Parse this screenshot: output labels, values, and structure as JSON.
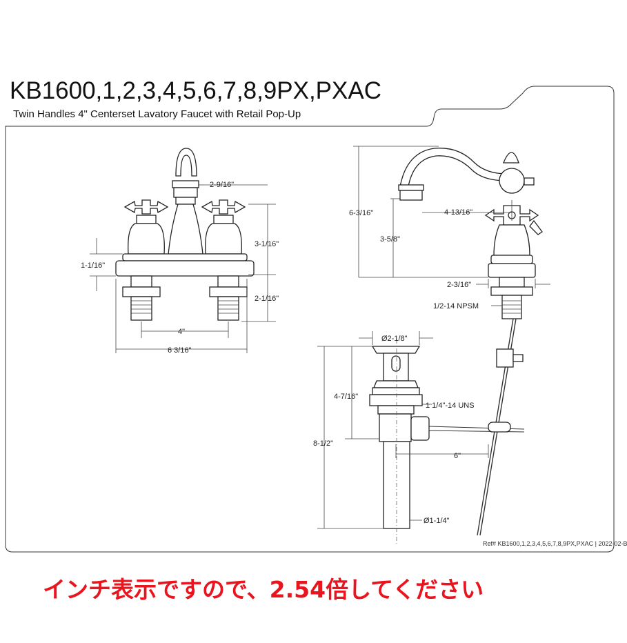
{
  "title": "KB1600,1,2,3,4,5,6,7,8,9PX,PXAC",
  "subtitle": "Twin Handles 4\" Centerset Lavatory Faucet with Retail Pop-Up",
  "reference": "Ref# KB1600,1,2,3,4,5,6,7,8,9PX,PXAC | 2022-02-B",
  "note": "インチ表示ですので、2.54倍してください",
  "colors": {
    "note": "#e8141e",
    "lines": "#222222"
  },
  "front_view": {
    "dims": {
      "spout_offset": "2-9/16\"",
      "handle_height": "3-1/16\"",
      "base_height": "1-1/16\"",
      "shank_length": "2-1/16\"",
      "centers": "4\"",
      "overall_width": "6 3/16\""
    }
  },
  "side_view": {
    "dims": {
      "overall_height": "6-3/16\"",
      "reach": "4-13/16\"",
      "spout_clearance": "3-5/8\"",
      "base_depth": "2-3/16\"",
      "thread": "1/2-14 NPSM"
    }
  },
  "drain_view": {
    "dims": {
      "flange_diameter": "Ø2-1/8\"",
      "upper_height": "4-7/16\"",
      "thread": "1 1/4\"-14 UNS",
      "overall_height": "8-1/2\"",
      "rod_length": "6\"",
      "tail_diameter": "Ø1-1/4\""
    }
  }
}
